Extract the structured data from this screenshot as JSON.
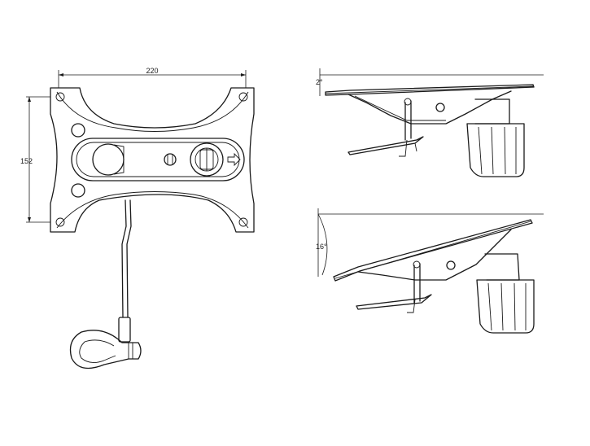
{
  "dimensions": {
    "width_label": "220",
    "height_label": "152",
    "tilt_small_label": "2°",
    "tilt_large_label": "16°"
  },
  "colors": {
    "line": "#1a1a1a",
    "background": "#ffffff"
  }
}
